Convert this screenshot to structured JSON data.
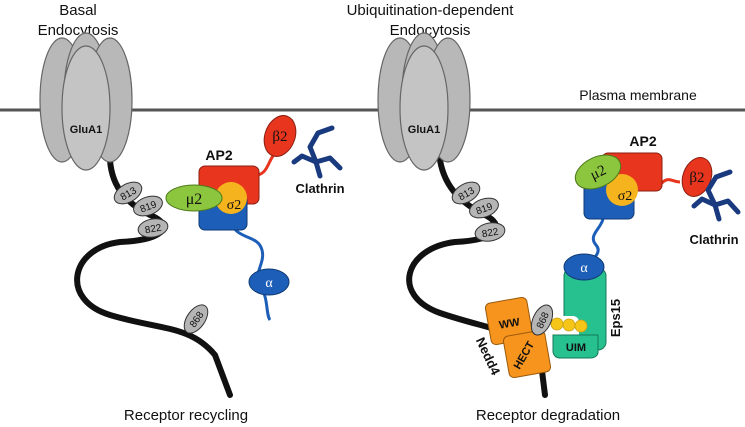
{
  "headers": {
    "left": [
      "Basal",
      "Endocytosis"
    ],
    "right": [
      "Ubiquitination-dependent",
      "Endocytosis"
    ]
  },
  "membrane_label": "Plasma membrane",
  "receptor_label": "GluA1",
  "residues": [
    "813",
    "819",
    "822",
    "868"
  ],
  "ap2": {
    "label": "AP2",
    "mu2": "μ2",
    "sigma2": "σ2",
    "beta2": "β2",
    "alpha": "α"
  },
  "clathrin_label": "Clathrin",
  "nedd4": {
    "label": "Nedd4",
    "ww": "WW",
    "hect": "HECT"
  },
  "eps15": {
    "label": "Eps15",
    "uim": "UIM"
  },
  "captions": {
    "left": "Receptor recycling",
    "right": "Receptor degradation"
  },
  "colors": {
    "membrane": "#555555",
    "receptor": "#b8b8b8",
    "residue": "#b5b5b5",
    "ap2_red": "#e8351e",
    "ap2_blue": "#1d5fb8",
    "mu2_green": "#8cc63e",
    "sigma2_yellow": "#f5b31d",
    "alpha_blue": "#1d5fb8",
    "clathrin": "#1a3a80",
    "nedd4_orange": "#f7941d",
    "eps15_teal": "#27c08f",
    "ubiquitin": "#f5c518"
  }
}
